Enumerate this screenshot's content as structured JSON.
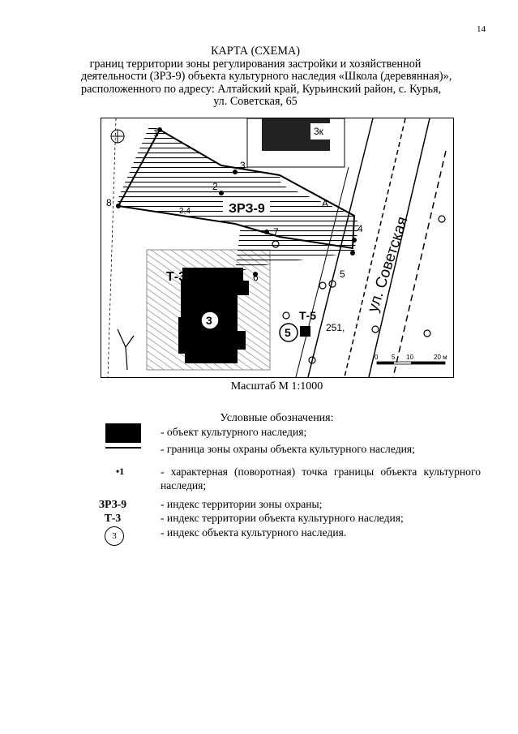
{
  "page": {
    "number": "14"
  },
  "title": {
    "line1": "КАРТА (СХЕМА)",
    "line2": "границ территории зоны регулирования застройки и хозяйственной",
    "line3": "деятельности (ЗРЗ-9) объекта культурного наследия «Школа (деревянная)»,",
    "line4": "расположенного по адресу: Алтайский край, Курьинский район, с. Курья,",
    "line5": "ул. Советская, 65"
  },
  "map": {
    "zone_label": "ЗРЗ-9",
    "territory_label": "Т-3",
    "object_label": "3",
    "territory2_label": "Т-5",
    "object2_label": "5",
    "street_label": "ул. Советская",
    "building_label": "3к",
    "area_label": "А",
    "height_label": "251,",
    "small_number": "2,4",
    "points": [
      "1",
      "2",
      "3",
      "4",
      "5",
      "6",
      "7",
      "8"
    ],
    "scale_bar": {
      "ticks": [
        "0",
        "5",
        "10"
      ],
      "last": "20 м"
    },
    "colors": {
      "zone_hatch": "#000000",
      "territory_hatch": "#8a8a8a",
      "object_fill": "#000000"
    }
  },
  "scale": {
    "caption": "Масштаб М 1:1000"
  },
  "legend": {
    "title": "Условные обозначения:",
    "items": [
      {
        "symbol": "",
        "description": "- объект культурного наследия;"
      },
      {
        "symbol": "",
        "description": "- граница зоны охраны объекта культурного наследия;"
      },
      {
        "symbol": "•1",
        "description": "- характерная (поворотная) точка границы объекта культурного наследия;"
      },
      {
        "symbol": "ЗРЗ-9",
        "description": "- индекс территории зоны охраны;"
      },
      {
        "symbol": "Т-3",
        "description": "- индекс территории объекта культурного наследия;"
      },
      {
        "symbol": "3",
        "description": "- индекс объекта культурного наследия."
      }
    ]
  }
}
